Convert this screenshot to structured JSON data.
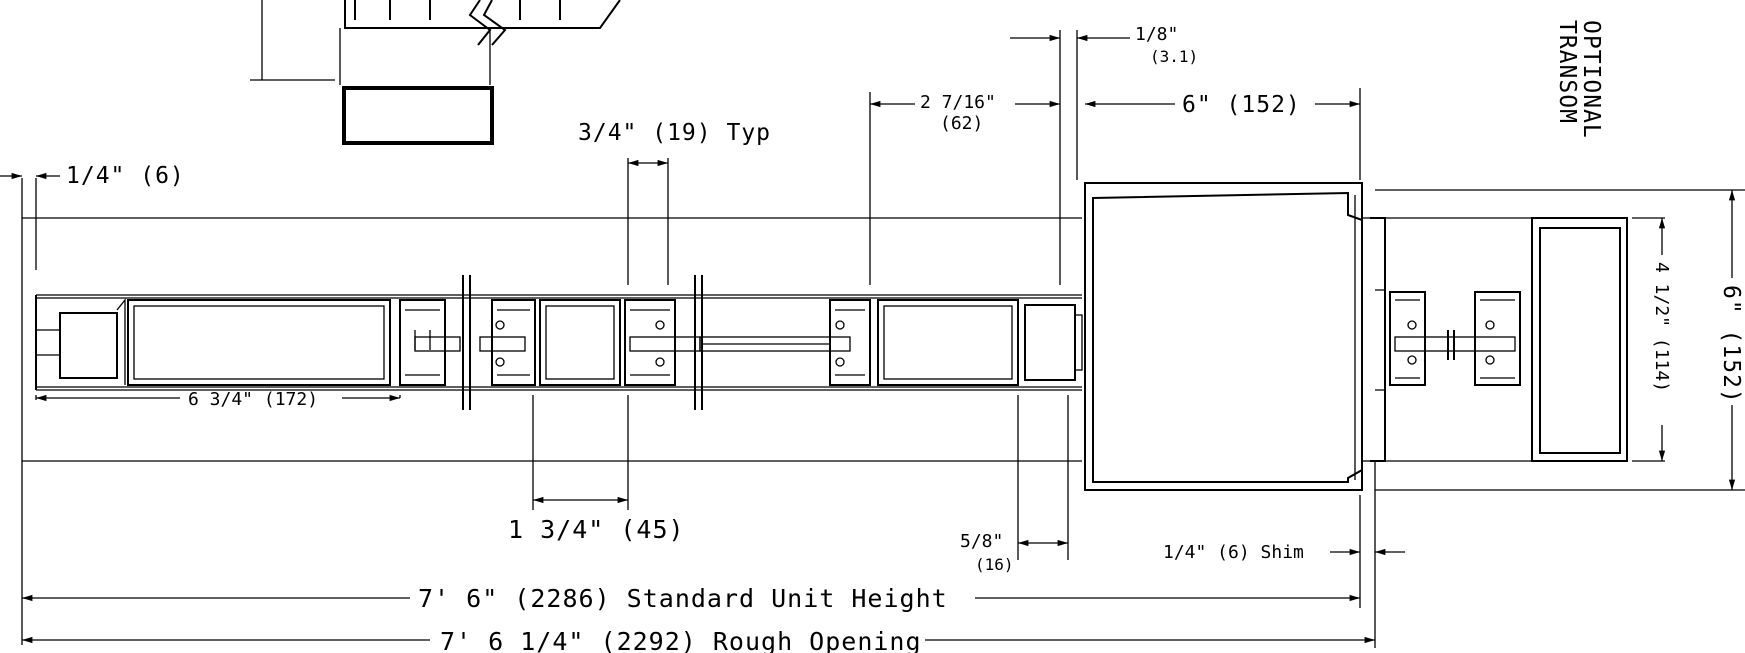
{
  "labels": {
    "transom_line1": "TRANSOM",
    "transom_line2": "OPTIONAL",
    "dim_3_4_typ": "3/4\" (19)  Typ",
    "dim_1_4_left": "1/4\" (6)",
    "dim_1_8": "1/8\"",
    "dim_1_8_mm": "(3.1)",
    "dim_2_7_16": "2 7/16\"",
    "dim_2_7_16_mm": "(62)",
    "dim_6_top": "6\" (152)",
    "dim_6_3_4": "6 3/4\" (172)",
    "dim_1_3_4": "1 3/4\" (45)",
    "dim_5_8": "5/8\"",
    "dim_5_8_mm": "(16)",
    "dim_shim": "1/4\" (6) Shim",
    "dim_4_1_2": "4 1/2\" (114)",
    "dim_6_right": "6\" (152)",
    "dim_standard_height": "7' 6\" (2286) Standard Unit Height",
    "dim_rough_opening": "7' 6 1/4\" (2292) Rough Opening"
  }
}
